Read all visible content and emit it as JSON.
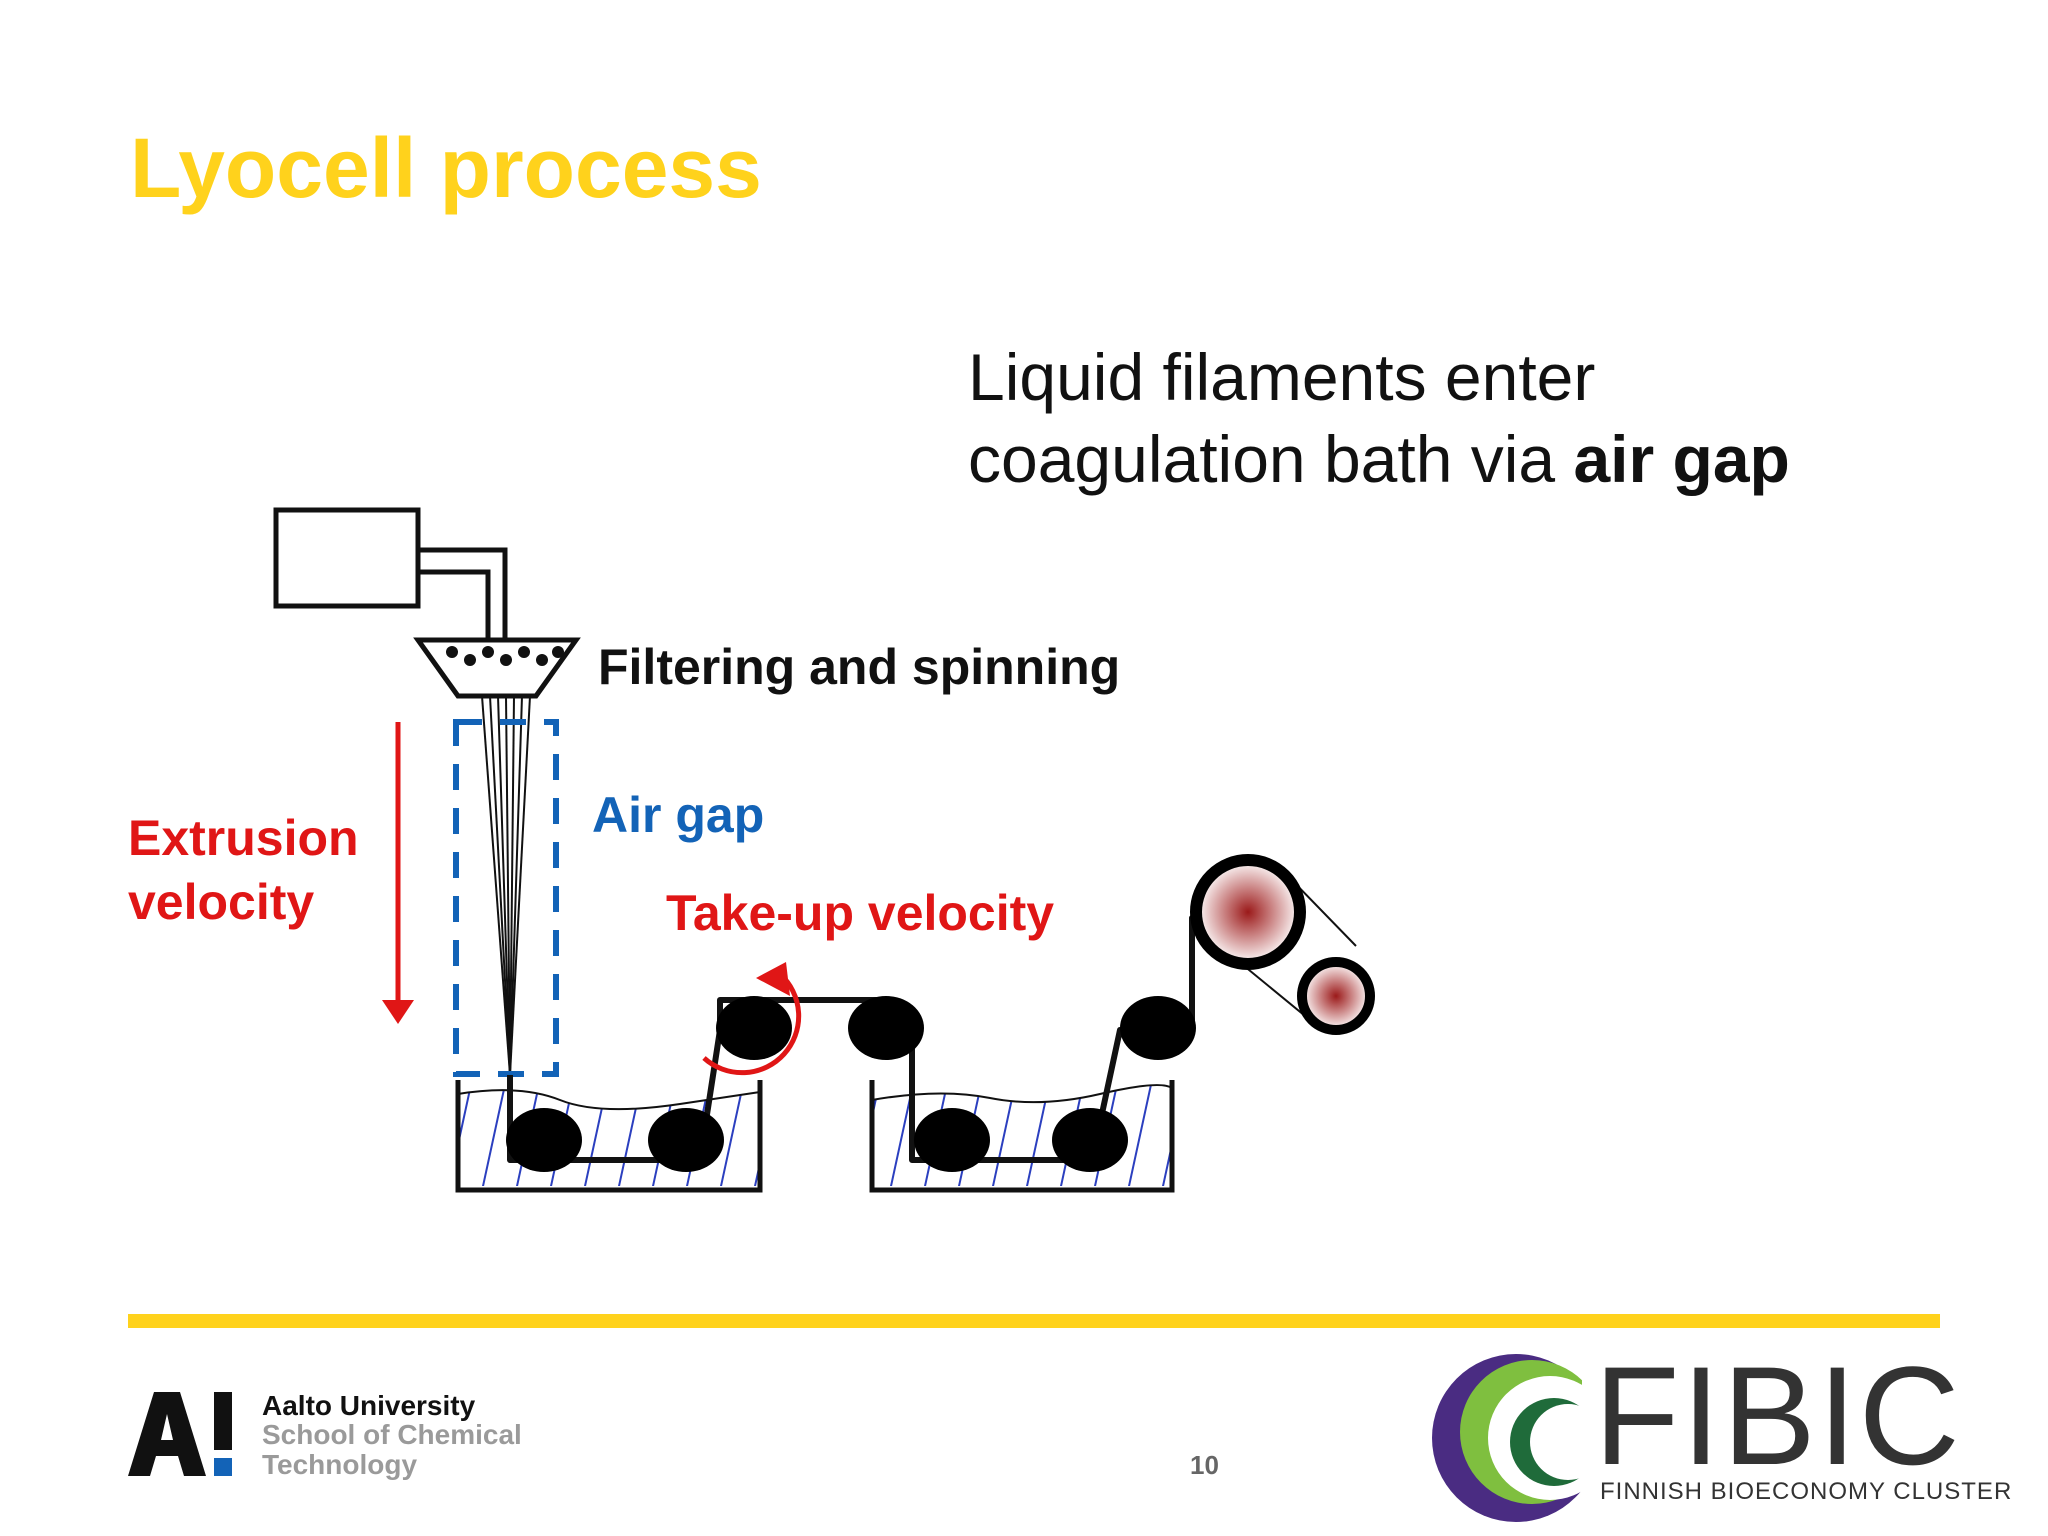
{
  "slide": {
    "title": "Lyocell process",
    "subtitle_line1": "Liquid filaments enter",
    "subtitle_line2_prefix": "coagulation bath via ",
    "subtitle_line2_bold": "air gap",
    "page_number": "10"
  },
  "diagram": {
    "labels": {
      "filtering": "Filtering and spinning",
      "air_gap": "Air gap",
      "extrusion_line1": "Extrusion",
      "extrusion_line2": "velocity",
      "take_up": "Take-up velocity"
    },
    "colors": {
      "extrusion": "#e01616",
      "air_gap": "#1363b7",
      "title": "#ffd21c",
      "bath_hatch": "#2b3fbf",
      "roller_core": "#9b1a1a"
    }
  },
  "footer": {
    "aalto_logo_icon": "aalto-a-exclamation-logo",
    "aalto_university": "Aalto University",
    "aalto_school_line1": "School of Chemical",
    "aalto_school_line2": "Technology",
    "fibic_logo_icon": "fibic-crescent-logo",
    "fibic_name": "FIBIC",
    "fibic_tagline": "FINNISH BIOECONOMY CLUSTER"
  }
}
